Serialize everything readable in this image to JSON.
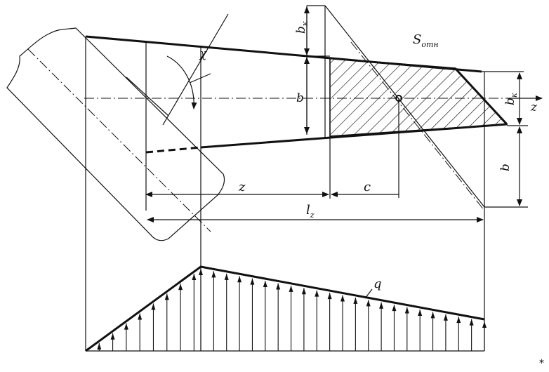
{
  "labels": {
    "b_upper_left": "b",
    "bk_upper_left": "b",
    "bk_upper_left_sub": "к",
    "b_right": "b",
    "bk_right": "b",
    "bk_right_sub": "к",
    "s_otn": "S",
    "s_otn_sub": "отн",
    "z_axis": "z",
    "z_dim": "z",
    "c_dim": "c",
    "lz_dim": "l",
    "lz_dim_sub": "z",
    "angle": "χ",
    "q_load": "q",
    "corner_mark": "*"
  },
  "load": {
    "peak_position": "z",
    "arrow_count_rising": 8,
    "arrow_count_falling": 22
  }
}
